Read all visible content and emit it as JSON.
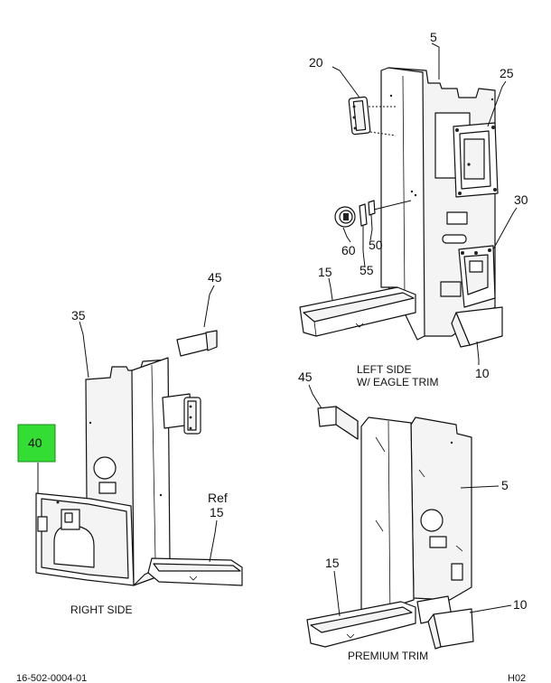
{
  "callouts": {
    "c5_top": "5",
    "c20": "20",
    "c25": "25",
    "c30": "30",
    "c60": "60",
    "c50": "50",
    "c55": "55",
    "c15_left": "15",
    "c10_top": "10",
    "c45_top": "45",
    "c35": "35",
    "c40": "40",
    "c_ref": "Ref",
    "c15_ref": "15",
    "c45_bottom": "45",
    "c5_bottom": "5",
    "c15_bottom": "15",
    "c10_bottom": "10"
  },
  "captions": {
    "left_side_line1": "LEFT SIDE",
    "left_side_line2": "W/ EAGLE TRIM",
    "right_side": "RIGHT SIDE",
    "premium_trim": "PREMIUM TRIM"
  },
  "footer": {
    "drawing_number": "16-502-0004-01",
    "sheet_code": "H02"
  },
  "colors": {
    "highlight": "#33dd33",
    "line": "#111111"
  }
}
